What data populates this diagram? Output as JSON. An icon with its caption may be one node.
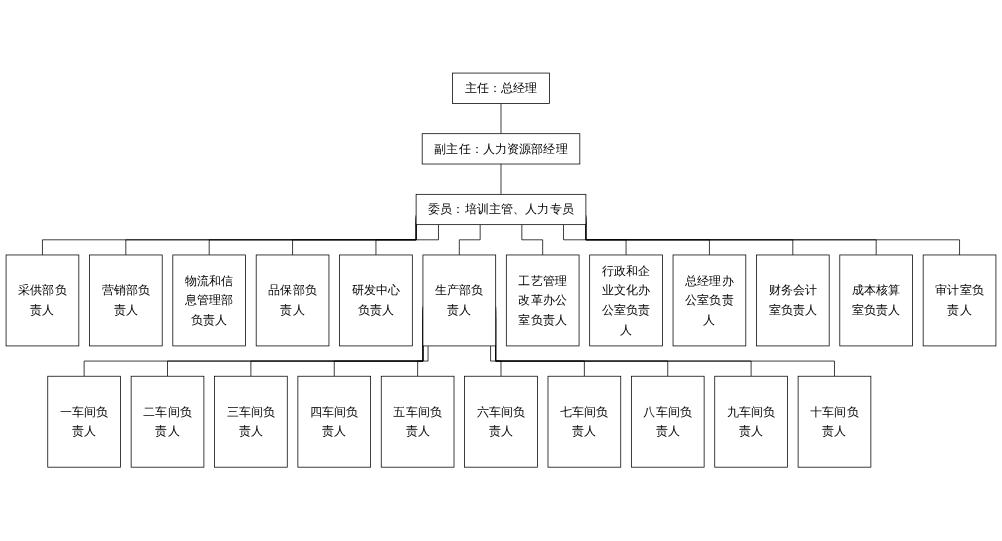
{
  "diagram": {
    "nodes": [
      {
        "text": [
          "主任：总经理"
        ]
      },
      {
        "text": [
          "副主任：人力资源部经理"
        ]
      },
      {
        "text": [
          "委员：培训主管、人力专员"
        ]
      },
      {
        "text": [
          "采供部负责人"
        ]
      },
      {
        "text": [
          "营销部负责人"
        ]
      },
      {
        "text": [
          "物流和信息管理部负责人"
        ]
      },
      {
        "text": [
          "品保部负责人"
        ]
      },
      {
        "text": [
          "研发中心负责人"
        ]
      },
      {
        "text": [
          "生产部负责人"
        ]
      },
      {
        "text": [
          "工艺管理改革办公室负责人"
        ]
      },
      {
        "text": [
          "行政和企业文化办公室负责人"
        ]
      },
      {
        "text": [
          "总经理办公室负责人"
        ]
      },
      {
        "text": [
          "财务会计室负责人"
        ]
      },
      {
        "text": [
          "成本核算室负责人"
        ]
      },
      {
        "text": [
          "审计室负责人"
        ]
      },
      {
        "text": [
          "一车间负责人"
        ]
      },
      {
        "text": [
          "二车间负责人"
        ]
      },
      {
        "text": [
          "三车间负责人"
        ]
      },
      {
        "text": [
          "四车间负责人"
        ]
      },
      {
        "text": [
          "五车间负责人"
        ]
      },
      {
        "text": [
          "六车间负责人"
        ]
      },
      {
        "text": [
          "七车间负责人"
        ]
      },
      {
        "text": [
          "八车间负责人"
        ]
      },
      {
        "text": [
          "九车间负责人"
        ]
      },
      {
        "text": [
          "十车间负责人"
        ]
      }
    ],
    "edges": [
      {
        "from": 0,
        "to": 1,
        "arrow": "none"
      },
      {
        "from": 1,
        "to": 2,
        "arrow": "none"
      },
      {
        "from": 2,
        "to": 3,
        "arrow": "none"
      },
      {
        "from": 2,
        "to": 4,
        "arrow": "none"
      },
      {
        "from": 2,
        "to": 5,
        "arrow": "none"
      },
      {
        "from": 2,
        "to": 6,
        "arrow": "none"
      },
      {
        "from": 2,
        "to": 7,
        "arrow": "none"
      },
      {
        "from": 2,
        "to": 8,
        "arrow": "none"
      },
      {
        "from": 2,
        "to": 9,
        "arrow": "none"
      },
      {
        "from": 2,
        "to": 10,
        "arrow": "none"
      },
      {
        "from": 2,
        "to": 11,
        "arrow": "none"
      },
      {
        "from": 2,
        "to": 12,
        "arrow": "none"
      },
      {
        "from": 2,
        "to": 13,
        "arrow": "none"
      },
      {
        "from": 2,
        "to": 14,
        "arrow": "none"
      },
      {
        "from": 8,
        "to": 15,
        "arrow": "none"
      },
      {
        "from": 8,
        "to": 16,
        "arrow": "none"
      },
      {
        "from": 8,
        "to": 17,
        "arrow": "none"
      },
      {
        "from": 8,
        "to": 18,
        "arrow": "none"
      },
      {
        "from": 8,
        "to": 19,
        "arrow": "none"
      },
      {
        "from": 8,
        "to": 20,
        "arrow": "none"
      },
      {
        "from": 8,
        "to": 21,
        "arrow": "none"
      },
      {
        "from": 8,
        "to": 22,
        "arrow": "none"
      },
      {
        "from": 8,
        "to": 23,
        "arrow": "none"
      },
      {
        "from": 8,
        "to": 24,
        "arrow": "none"
      }
    ]
  }
}
